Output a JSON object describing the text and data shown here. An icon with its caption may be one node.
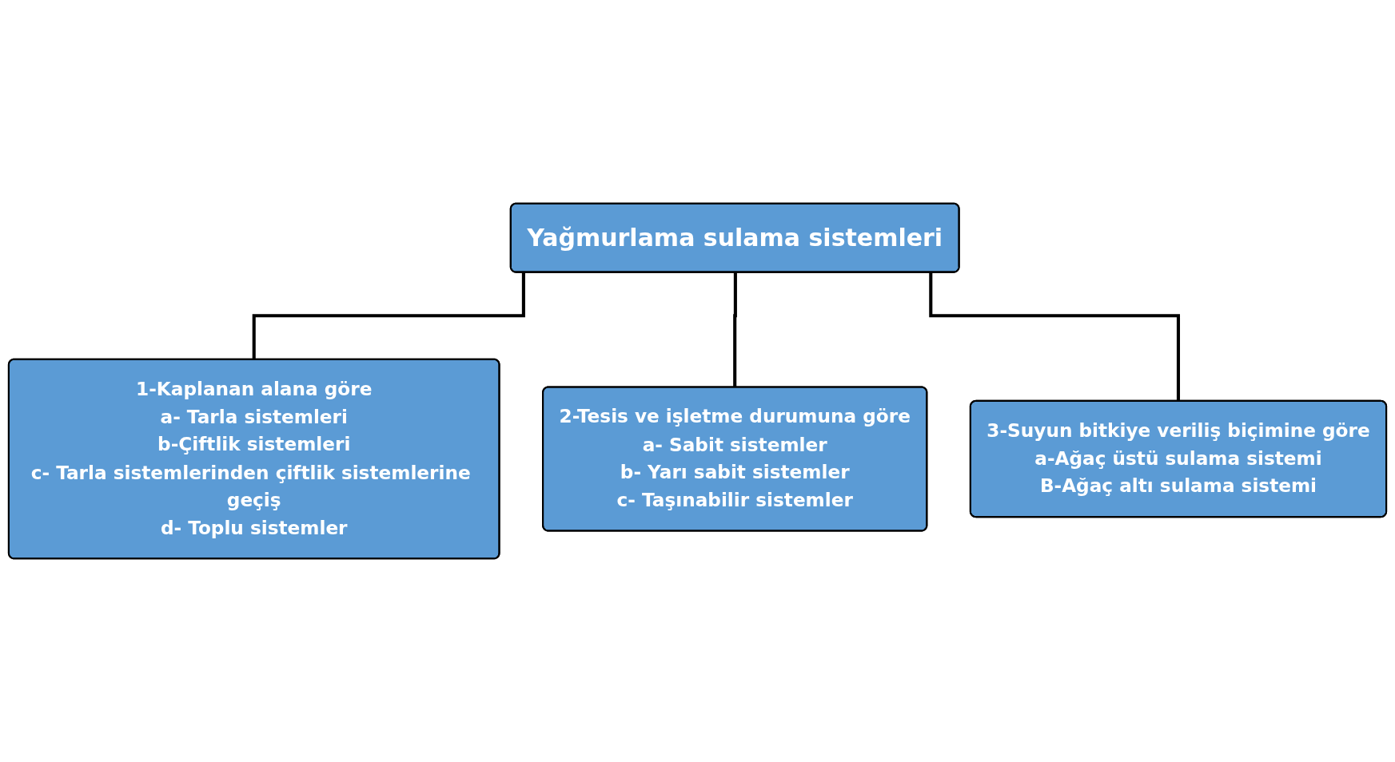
{
  "diagram": {
    "nodes": [
      {
        "text": [
          "Yağmurlama sulama sistemleri"
        ]
      },
      {
        "text": [
          "1-Kaplanan alana göre",
          "a- Tarla sistemleri",
          "b-Çiftlik sistemleri",
          "c- Tarla sistemlerinden çiftlik sistemlerine geçiş",
          "d- Toplu sistemler"
        ]
      },
      {
        "text": [
          "2-Tesis ve işletme durumuna göre",
          "a- Sabit sistemler",
          "b- Yarı sabit sistemler",
          "c- Taşınabilir sistemler"
        ]
      },
      {
        "text": [
          "3-Suyun bitkiye veriliş biçimine göre",
          "a-Ağaç üstü sulama sistemi",
          "B-Ağaç altı sulama sistemi"
        ]
      }
    ],
    "edges": [
      {
        "from": 0,
        "to": 1,
        "arrow": "none"
      },
      {
        "from": 0,
        "to": 2,
        "arrow": "none"
      },
      {
        "from": 0,
        "to": 3,
        "arrow": "none"
      }
    ]
  }
}
